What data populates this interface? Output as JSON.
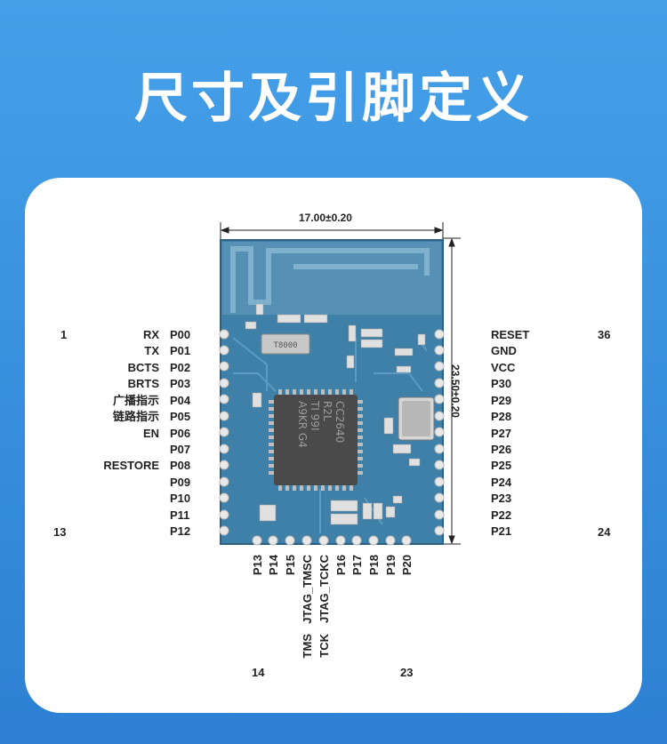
{
  "title": "尺寸及引脚定义",
  "dimensions": {
    "width": "17.00±0.20",
    "height": "23.50±0.20"
  },
  "chip": {
    "line1": "CC2640",
    "line2": "R2L",
    "line3": "TI 99I",
    "line4": "A9KR G4"
  },
  "crystal_label": "T8000",
  "corner_numbers": {
    "left_top": "1",
    "left_bottom": "13",
    "right_top": "36",
    "right_bottom": "24",
    "bottom_left": "14",
    "bottom_right": "23"
  },
  "left_pins": [
    {
      "func": "RX",
      "pin": "P00"
    },
    {
      "func": "TX",
      "pin": "P01"
    },
    {
      "func": "BCTS",
      "pin": "P02"
    },
    {
      "func": "BRTS",
      "pin": "P03"
    },
    {
      "func": "广播指示",
      "pin": "P04"
    },
    {
      "func": "链路指示",
      "pin": "P05"
    },
    {
      "func": "EN",
      "pin": "P06"
    },
    {
      "func": "",
      "pin": "P07"
    },
    {
      "func": "RESTORE",
      "pin": "P08"
    },
    {
      "func": "",
      "pin": "P09"
    },
    {
      "func": "",
      "pin": "P10"
    },
    {
      "func": "",
      "pin": "P11"
    },
    {
      "func": "",
      "pin": "P12"
    }
  ],
  "right_pins": [
    "RESET",
    "GND",
    "VCC",
    "P30",
    "P29",
    "P28",
    "P27",
    "P26",
    "P25",
    "P24",
    "P23",
    "P22",
    "P21"
  ],
  "bottom_pins": [
    {
      "pin": "P13",
      "alt": ""
    },
    {
      "pin": "P14",
      "alt": ""
    },
    {
      "pin": "P15",
      "alt": ""
    },
    {
      "pin": "JTAG_TMSC",
      "alt": "TMS"
    },
    {
      "pin": "JTAG_TCKC",
      "alt": "TCK"
    },
    {
      "pin": "P16",
      "alt": ""
    },
    {
      "pin": "P17",
      "alt": ""
    },
    {
      "pin": "P18",
      "alt": ""
    },
    {
      "pin": "P19",
      "alt": ""
    },
    {
      "pin": "P20",
      "alt": ""
    }
  ],
  "colors": {
    "background": "#3a90de",
    "pcb": "#3d7fa7",
    "pcb_trace": "#5b9bc2",
    "antenna": "#7fb0cc"
  }
}
